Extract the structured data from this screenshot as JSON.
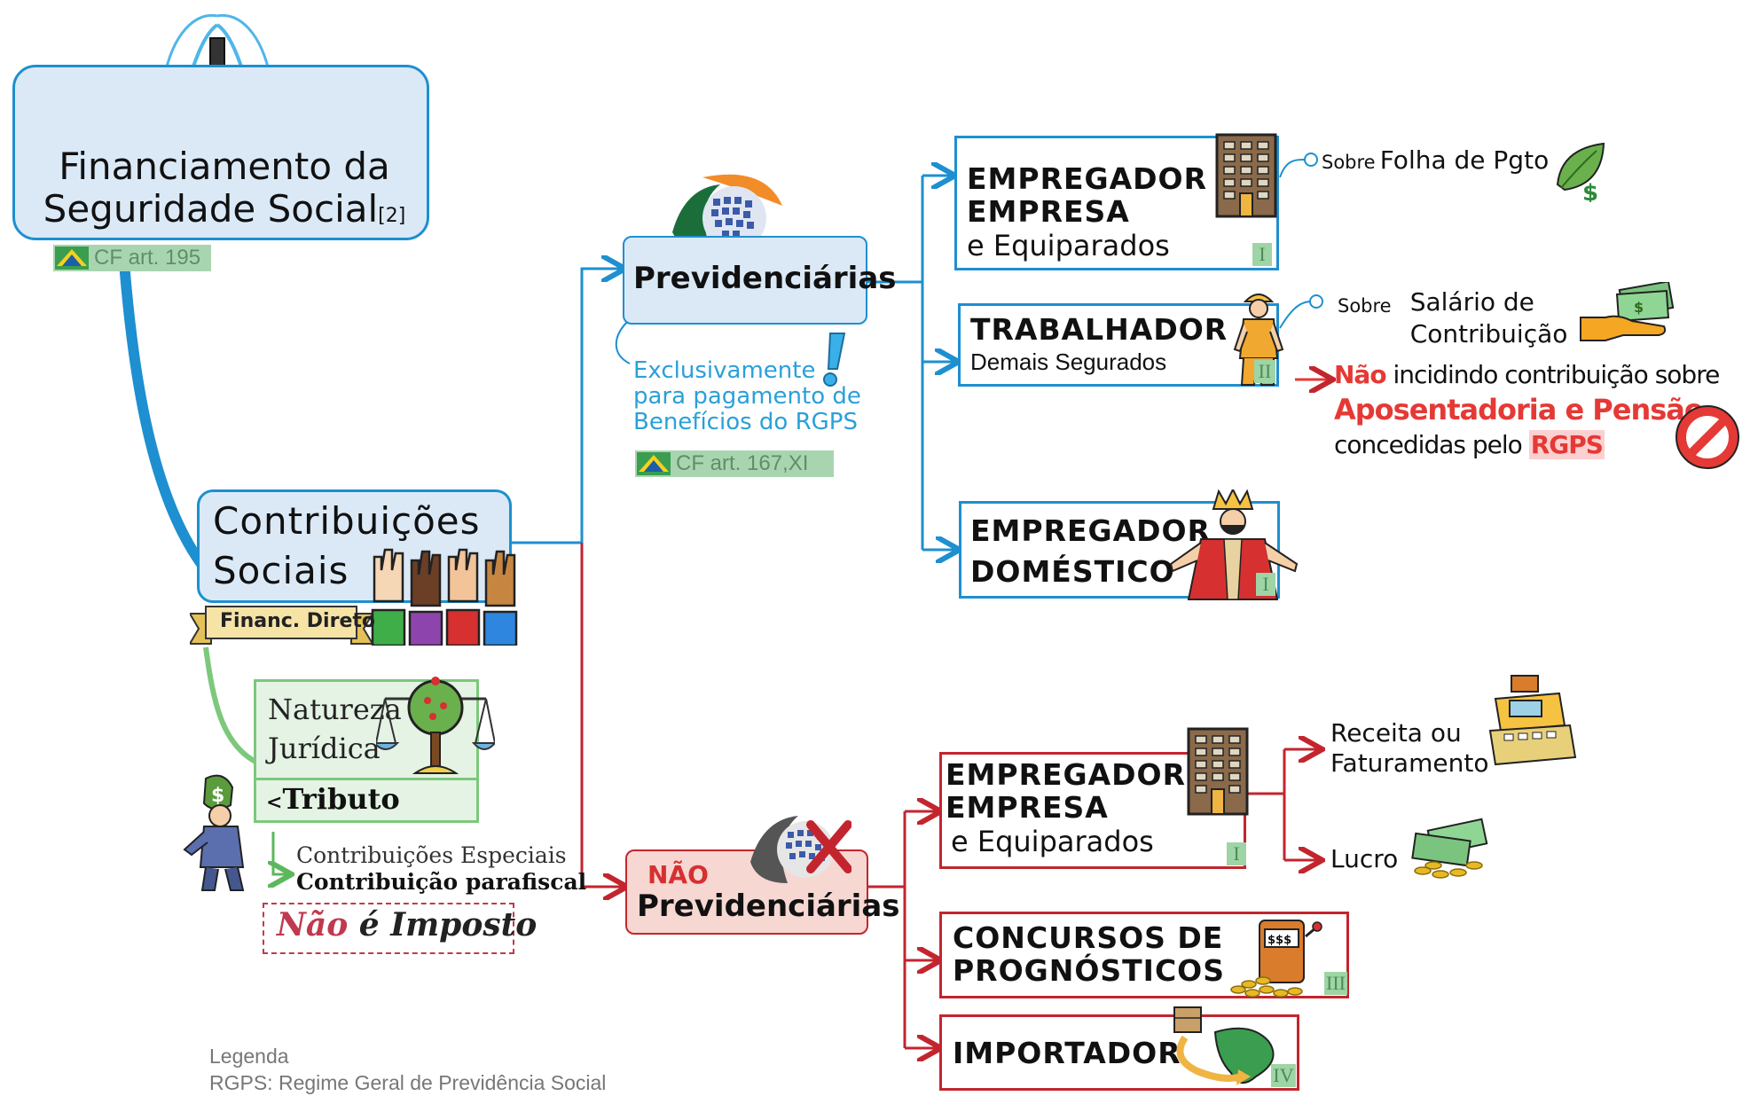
{
  "title": {
    "line1": "Financiamento da",
    "line2": "Seguridade Social",
    "ref": "[2]",
    "cf": "CF art. 195"
  },
  "contribuicoes": {
    "line1": "Contribuições",
    "line2": "Sociais",
    "ribbon": "Financ. Direto"
  },
  "natureza": {
    "line1": "Natureza",
    "line2": "Jurídica",
    "tributo": "Tributo",
    "especiais": "Contribuições Especiais",
    "parafiscal": "Contribuição parafiscal",
    "nao": "Não",
    "e_imposto": "é Imposto"
  },
  "legenda": {
    "title": "Legenda",
    "text": "RGPS: Regime Geral de Previdência Social"
  },
  "prev": {
    "label": "Previdenciárias",
    "note1": "Exclusivamente",
    "note2": "para pagamento de",
    "note3": "Benefícios do RGPS",
    "cf": "CF art. 167,XI"
  },
  "nao_prev": {
    "nao": "NÃO",
    "label": "Previdenciárias"
  },
  "prev_boxes": {
    "empregador": {
      "l1": "EMPREGADOR",
      "l2": "EMPRESA",
      "l3": "e Equiparados",
      "roman": "I"
    },
    "trabalhador": {
      "l1": "TRABALHADOR",
      "l2": "Demais Segurados",
      "roman": "II"
    },
    "domestico": {
      "l1": "EMPREGADOR",
      "l2": "DOMÉSTICO",
      "roman": "I"
    }
  },
  "prev_notes": {
    "sobre1": "Sobre",
    "folha": "Folha de Pgto",
    "sobre2": "Sobre",
    "salario1": "Salário de",
    "salario2": "Contribuição",
    "nao": "Não",
    "incidindo": "incidindo contribuição sobre",
    "apos": "Aposentadoria e Pensão",
    "concedidas": "concedidas pelo",
    "rgps": "RGPS"
  },
  "nao_boxes": {
    "empregador": {
      "l1": "EMPREGADOR",
      "l2": "EMPRESA",
      "l3": "e Equiparados",
      "roman": "I"
    },
    "concursos": {
      "l1": "CONCURSOS DE",
      "l2": "PROGNÓSTICOS",
      "roman": "III"
    },
    "importador": {
      "l1": "IMPORTADOR",
      "roman": "IV"
    }
  },
  "nao_notes": {
    "receita1": "Receita ou",
    "receita2": "Faturamento",
    "lucro": "Lucro"
  },
  "colors": {
    "blue": "#1e8fd0",
    "red": "#c3252f",
    "green": "#5cb85c",
    "light_blue": "#dbe9f7",
    "light_red": "#f6d7d2",
    "light_green": "#e4f3e4"
  }
}
